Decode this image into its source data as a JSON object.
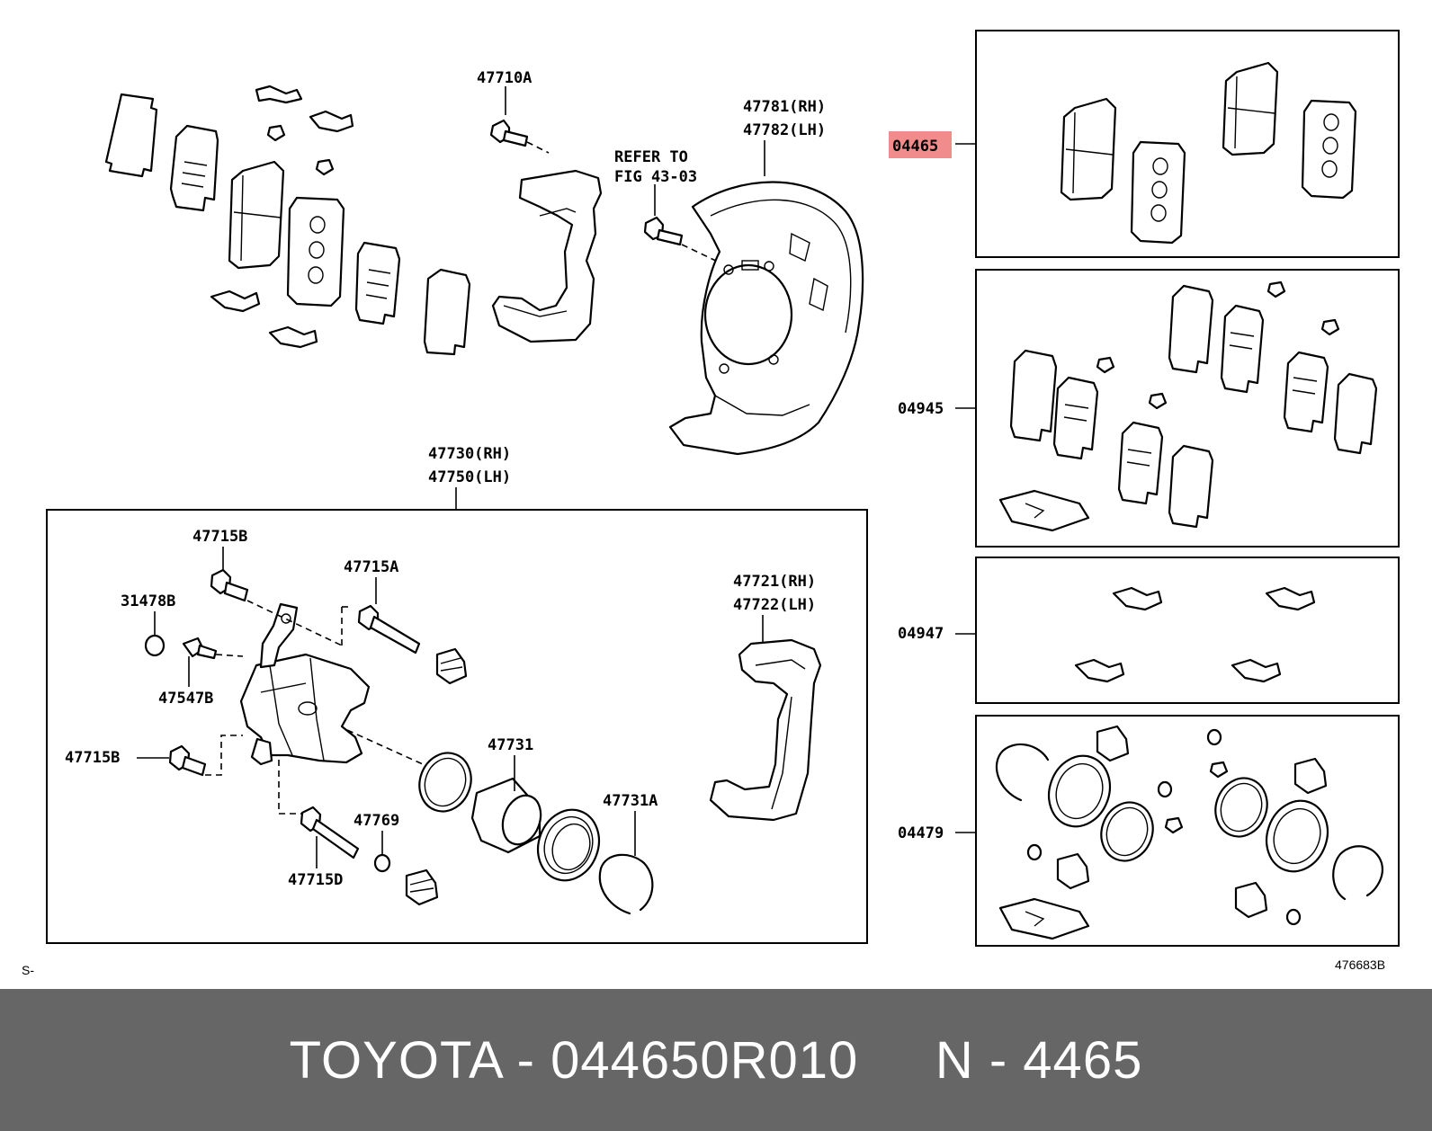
{
  "callouts": {
    "top_bolt": "47710A",
    "refer_line1": "REFER TO",
    "refer_line2": "FIG 43-03",
    "shield_rh": "47781(RH)",
    "shield_lh": "47782(LH)",
    "caliper_rh": "47730(RH)",
    "caliper_lh": "47750(LH)",
    "bolt_b_top": "47715B",
    "bolt_a": "47715A",
    "plug": "31478B",
    "bleeder": "47547B",
    "bolt_b_left": "47715B",
    "bracket_rh": "47721(RH)",
    "bracket_lh": "47722(LH)",
    "piston": "47731",
    "ring": "47731A",
    "bushing": "47769",
    "bolt_d": "47715D"
  },
  "kits": [
    {
      "code": "04465",
      "highlighted": true,
      "highlight_color": "#f08c8c"
    },
    {
      "code": "04945",
      "highlighted": false
    },
    {
      "code": "04947",
      "highlighted": false
    },
    {
      "code": "04479",
      "highlighted": false
    }
  ],
  "corner_left": "S-",
  "corner_right": "476683B",
  "footer": {
    "text": "TOYOTA - 044650R010     N - 4465",
    "background": "#666666",
    "color": "#ffffff"
  }
}
